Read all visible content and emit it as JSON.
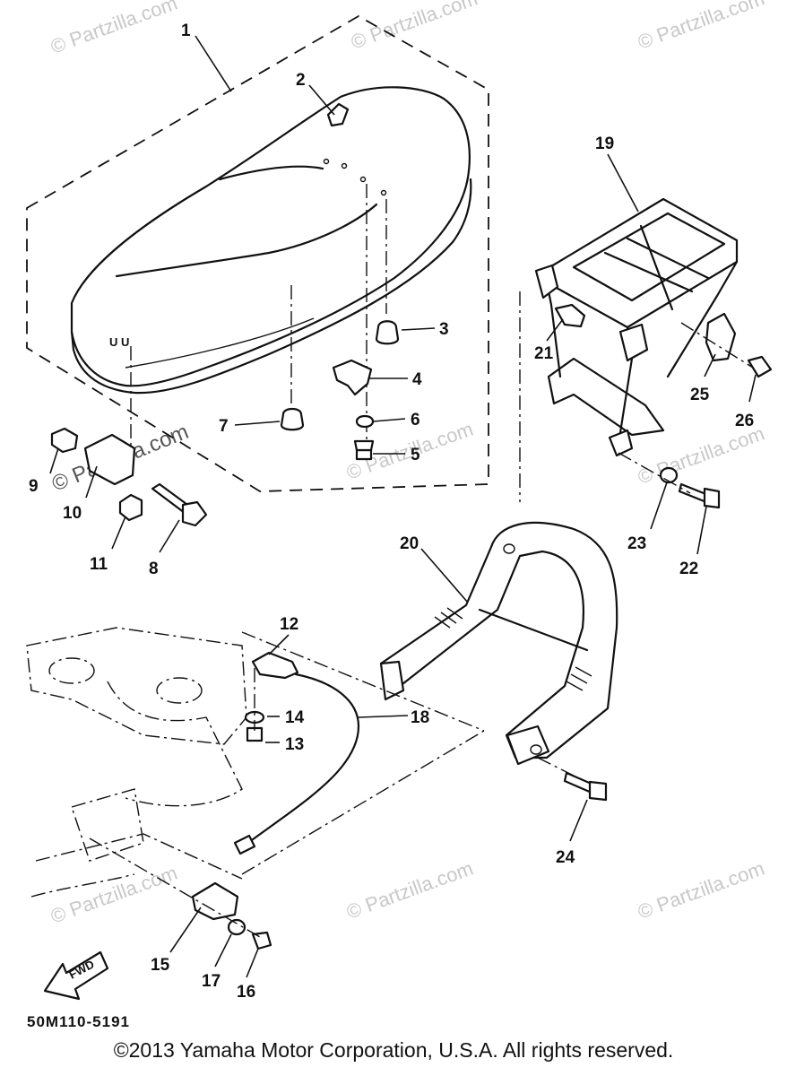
{
  "diagram": {
    "code": "50M110-5191",
    "fwd_label": "FWD",
    "copyright": "©2013 Yamaha Motor Corporation, U.S.A. All rights reserved.",
    "watermark_text": "© Partzilla.com",
    "callouts": [
      "1",
      "2",
      "3",
      "4",
      "5",
      "6",
      "7",
      "8",
      "9",
      "10",
      "11",
      "12",
      "13",
      "14",
      "15",
      "16",
      "17",
      "18",
      "19",
      "20",
      "21",
      "22",
      "23",
      "24",
      "25",
      "26"
    ]
  }
}
